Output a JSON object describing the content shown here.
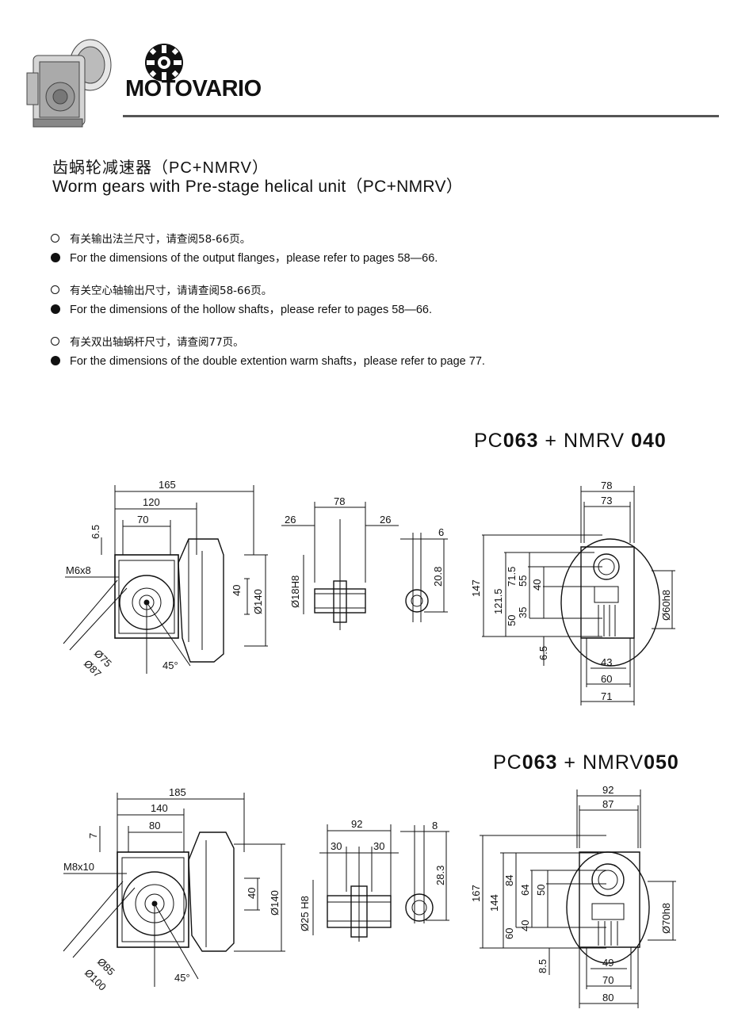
{
  "header": {
    "brand": "MOTOVARIO"
  },
  "title": {
    "cn": "齿蜗轮减速器（PC+NMRV）",
    "en": "Worm gears with Pre-stage helical unit（PC+NMRV）"
  },
  "notes": [
    {
      "cn": "有关输出法兰尺寸，请查阅58-66页。",
      "en": "For the dimensions of the output flanges，please refer to pages 58—66."
    },
    {
      "cn": "有关空心轴输出尺寸，请请查阅58-66页。",
      "en": "For the dimensions of the hollow shafts，please refer to pages 58—66."
    },
    {
      "cn": "有关双出轴蜗杆尺寸，请查阅77页。",
      "en": "For the dimensions of the double extention warm shafts，please refer to page 77."
    }
  ],
  "models": [
    {
      "pc": "PC",
      "pc_size": "063",
      "plus": " + ",
      "nmrv": "NMRV ",
      "nmrv_size": "040",
      "front": {
        "d165": "165",
        "d120": "120",
        "d70": "70",
        "d6_5": "6.5",
        "thread": "M6x8",
        "d40": "40",
        "d140": "Ø140",
        "d75": "Ø75",
        "d87": "Ø87",
        "angle": "45°"
      },
      "shaft": {
        "d78": "78",
        "d26a": "26",
        "d26b": "26",
        "bore": "Ø18H8"
      },
      "key": {
        "d6": "6",
        "d20_8": "20.8"
      },
      "side": {
        "d78": "78",
        "d73": "73",
        "d147": "147",
        "d121_5": "121.5",
        "d71_5": "71.5",
        "d55": "55",
        "d40": "40",
        "d35": "35",
        "d50": "50",
        "d6_5": "6.5",
        "d60h8": "Ø60h8",
        "d43": "43",
        "d60": "60",
        "d71": "71"
      }
    },
    {
      "pc": "PC",
      "pc_size": "063",
      "plus": " + ",
      "nmrv": "NMRV",
      "nmrv_size": "050",
      "front": {
        "d185": "185",
        "d140": "140",
        "d80": "80",
        "d7": "7",
        "thread": "M8x10",
        "d40": "40",
        "d140b": "Ø140",
        "d85": "Ø85",
        "d100": "Ø100",
        "angle": "45°"
      },
      "shaft": {
        "d92": "92",
        "d30a": "30",
        "d30b": "30",
        "bore": "Ø25 H8"
      },
      "key": {
        "d8": "8",
        "d28_3": "28.3"
      },
      "side": {
        "d92": "92",
        "d87": "87",
        "d167": "167",
        "d144": "144",
        "d84": "84",
        "d64": "64",
        "d50": "50",
        "d60": "60",
        "d40": "40",
        "d8_5": "8.5",
        "d70h8": "Ø70h8",
        "d49": "49",
        "d70": "70",
        "d80": "80"
      }
    }
  ]
}
